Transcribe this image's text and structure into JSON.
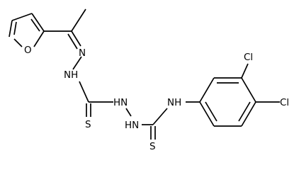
{
  "structure": {
    "atom_labels": {
      "furan_oxygen": "O",
      "hydrazone_nitrogen": "N",
      "hydrazone_nh": "NH",
      "thiourea1_sulfur": "S",
      "hydrazide_nh": "HN",
      "hydrazide_nh2": "HN",
      "anilide_nh": "NH",
      "thiourea2_sulfur": "S",
      "chloro_meta": "Cl",
      "chloro_para": "Cl"
    }
  }
}
